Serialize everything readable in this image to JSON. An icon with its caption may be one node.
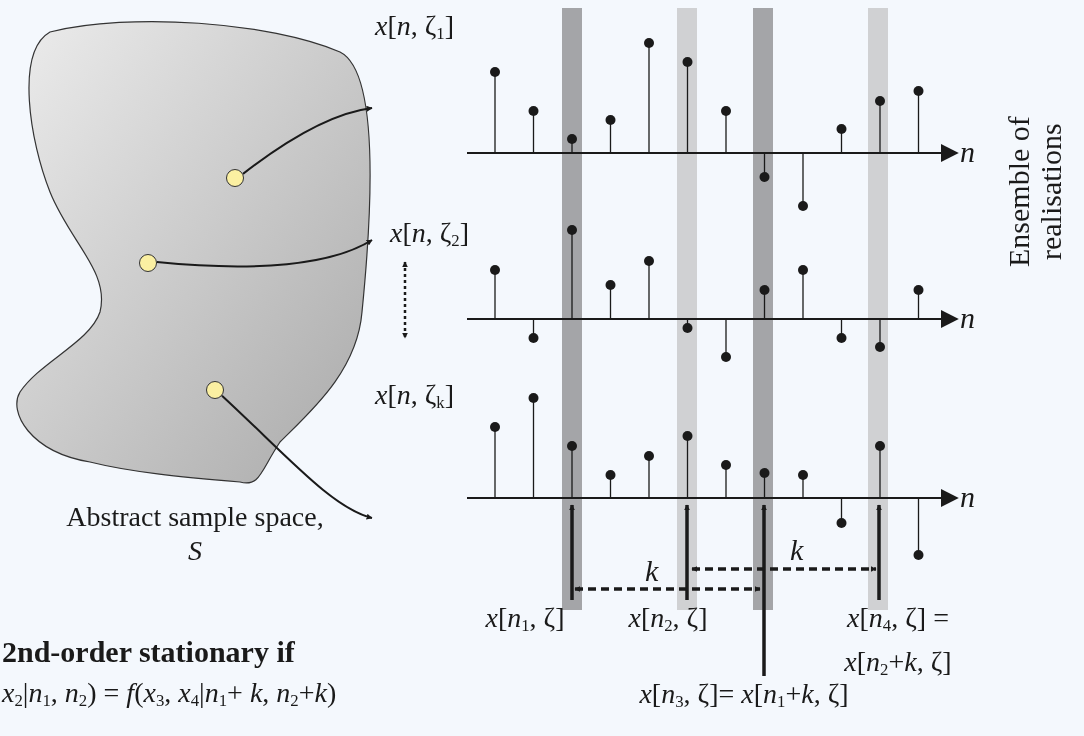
{
  "diagram": {
    "nodes": [
      {
        "text": [
          "Abstract sample space, *S*"
        ]
      },
      {
        "text": [],
        "shape": "circle",
        "in": 0
      },
      {
        "text": [],
        "shape": "circle",
        "in": 0
      },
      {
        "text": [],
        "shape": "circle",
        "in": 0
      },
      {
        "text": [
          "*x*[*n*, ζ$_{1}$]"
        ]
      },
      {
        "text": [
          "*x*[*n*, ζ$_{2}$]"
        ]
      },
      {
        "text": [
          "*x*[*n*, ζ$_{k}$]"
        ]
      },
      {
        "text": [
          "*x*[*n*$_{1}$, ζ]"
        ]
      },
      {
        "text": [
          "*x*[*n*$_{2}$, ζ]"
        ]
      },
      {
        "text": [
          "*x*[*n*$_{3}$, ζ]= *x*[*n*$_{1}$+*k*, ζ]"
        ]
      },
      {
        "text": [
          "*x*[*n*$_{4}$, ζ] = *x*[*n*$_{2}$+*k*, ζ]"
        ]
      }
    ],
    "edges": [
      {
        "from": 1,
        "to": 4,
        "arrow": "to"
      },
      {
        "from": 2,
        "to": 5,
        "arrow": "to"
      },
      {
        "from": 3,
        "to": 6,
        "arrow": "to"
      },
      {
        "from": 7,
        "to": 6,
        "arrow": "to"
      },
      {
        "from": 8,
        "to": 6,
        "arrow": "to"
      },
      {
        "from": 9,
        "to": 6,
        "arrow": "to"
      },
      {
        "from": 10,
        "to": 6,
        "arrow": "to"
      }
    ],
    "labels": [
      "n",
      "Ensemble of realisations",
      "n",
      "n",
      "k",
      "k",
      "2nd-order stationary if",
      "*x*$_{2}$|*n*$_{1}$, *n*$_{2}$) = *f*(*x*$_{3}$, *x*$_{4}$|*n*$_{1}$+ *k*, *n*$_{2}$+*k*)"
    ]
  }
}
